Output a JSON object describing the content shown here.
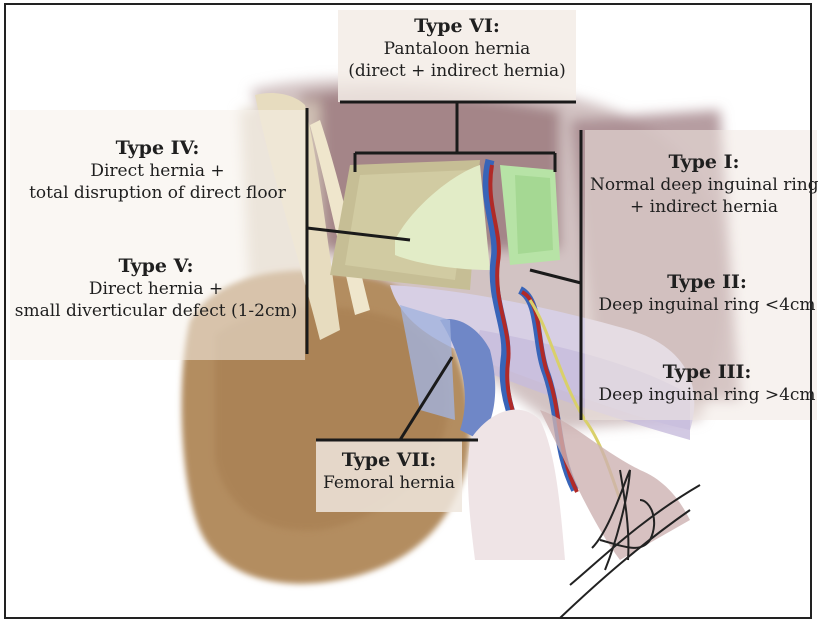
{
  "labels": {
    "type6": {
      "title": "Type VI:",
      "line1": "Pantaloon hernia",
      "line2": "(direct + indirect hernia)"
    },
    "type4": {
      "title": "Type IV:",
      "line1": "Direct hernia +",
      "line2": "total disruption of direct floor"
    },
    "type5": {
      "title": "Type V:",
      "line1": "Direct hernia +",
      "line2": "small diverticular defect (1-2cm)"
    },
    "type1": {
      "title": "Type I:",
      "line1": "Normal deep inguinal ring",
      "line2": "+ indirect hernia"
    },
    "type2": {
      "title": "Type II:",
      "line1": "Deep inguinal ring <4cm"
    },
    "type3": {
      "title": "Type III:",
      "line1": "Deep inguinal ring >4cm"
    },
    "type7": {
      "title": "Type VII:",
      "line1": "Femoral hernia"
    }
  }
}
